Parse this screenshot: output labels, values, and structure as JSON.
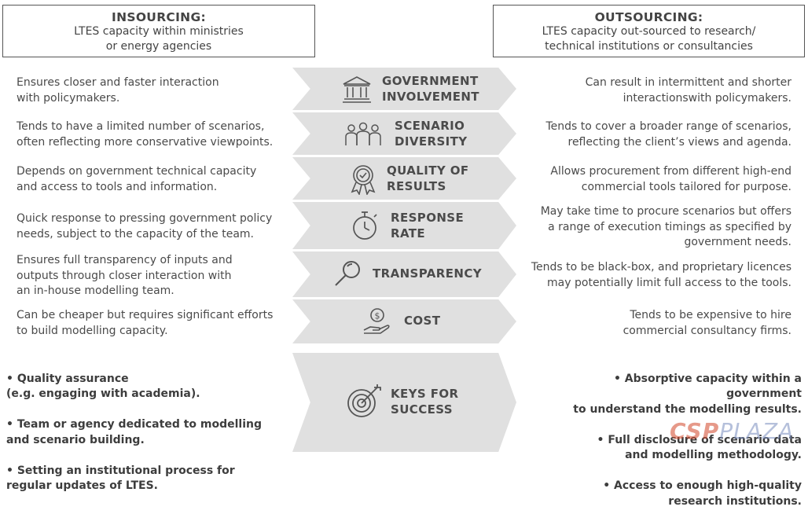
{
  "insourcing": {
    "title": "INSOURCING:",
    "subtitle": "LTES capacity within ministries\nor energy agencies"
  },
  "outsourcing": {
    "title": "OUTSOURCING:",
    "subtitle": "LTES capacity out-sourced to research/\ntechnical institutions or consultancies"
  },
  "rows": [
    {
      "label": "GOVERNMENT\nINVOLVEMENT",
      "icon": "government-building-icon",
      "left": "Ensures closer and faster interaction\nwith policymakers.",
      "right": "Can result in intermittent and shorter\ninteractionswith policymakers."
    },
    {
      "label": "SCENARIO\nDIVERSITY",
      "icon": "people-group-icon",
      "left": "Tends to have a limited number of scenarios,\noften reflecting more conservative viewpoints.",
      "right": "Tends to cover a broader range of scenarios,\nreflecting the client’s views and agenda."
    },
    {
      "label": "QUALITY OF\nRESULTS",
      "icon": "award-ribbon-icon",
      "left": "Depends on government technical capacity\nand access to tools and information.",
      "right": "Allows procurement from different high-end\ncommercial tools tailored for purpose."
    },
    {
      "label": "RESPONSE\nRATE",
      "icon": "stopwatch-icon",
      "left": "Quick response to pressing government policy\nneeds, subject to the capacity of the team.",
      "right": "May take time to procure scenarios but offers\na range of execution timings as specified by\ngovernment needs."
    },
    {
      "label": "TRANSPARENCY",
      "icon": "magnifier-icon",
      "left": "Ensures full transparency of inputs and\noutputs through closer interaction with\nan in-house modelling team.",
      "right": "Tends to be black-box, and proprietary licences\nmay potentially limit full access to the tools."
    },
    {
      "label": "COST",
      "icon": "coin-hand-icon",
      "left": "Can be cheaper but requires significant efforts\nto build modelling capacity.",
      "right": "Tends to be expensive to hire\ncommercial consultancy firms."
    }
  ],
  "keys": {
    "label": "KEYS FOR\nSUCCESS",
    "icon": "target-icon",
    "left": [
      "• Quality assurance\n   (e.g. engaging with academia).",
      "• Team or agency dedicated to modelling\n   and scenario building.",
      "• Setting an institutional process for\n   regular updates of LTES."
    ],
    "right": [
      "• Absorptive capacity within a government\nto understand the modelling results.",
      "• Full disclosure of scenario data\nand modelling methodology.",
      "• Access to enough high-quality\nresearch institutions."
    ]
  },
  "watermark": {
    "part1": "CSP",
    "part2": "PLAZA"
  },
  "colors": {
    "arrow_fill": "#e0e0e0",
    "text": "#444444",
    "watermark": "#d24628"
  }
}
